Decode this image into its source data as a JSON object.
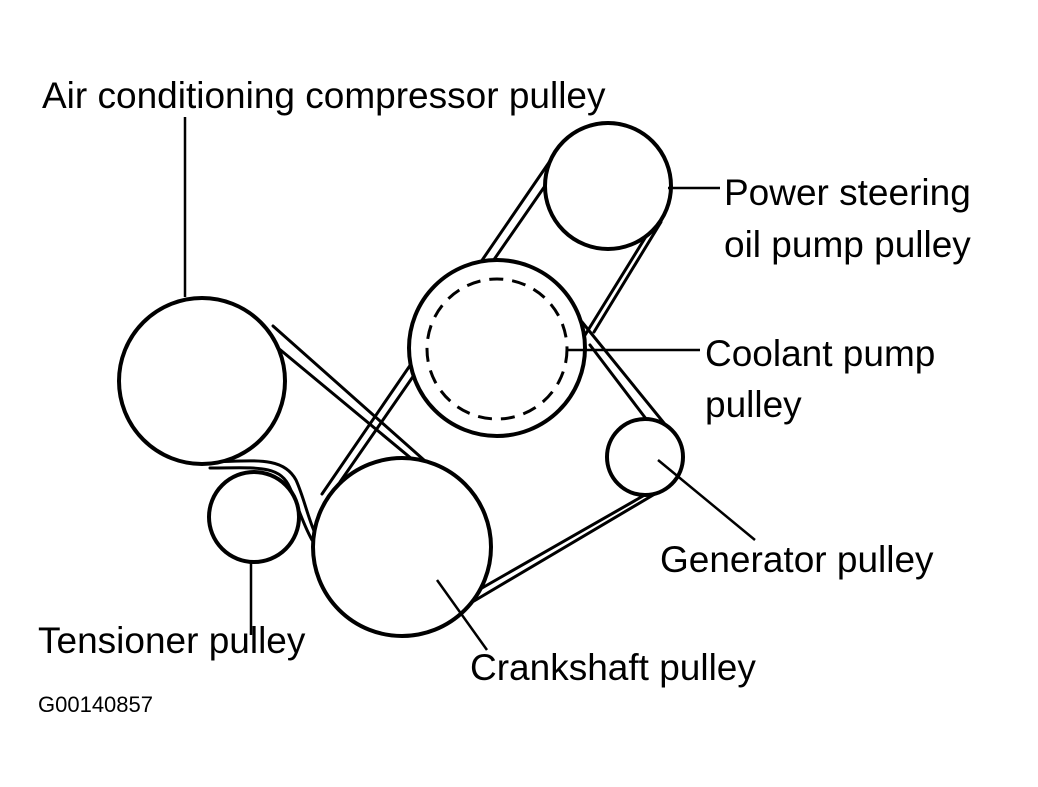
{
  "labels": {
    "ac_compressor": "Air conditioning compressor pulley",
    "power_steering_line1": "Power steering",
    "power_steering_line2": "oil pump pulley",
    "coolant_line1": "Coolant pump",
    "coolant_line2": "pulley",
    "generator": "Generator pulley",
    "tensioner": "Tensioner pulley",
    "crankshaft": "Crankshaft pulley"
  },
  "figure_code": "G00140857",
  "colors": {
    "line": "#000000",
    "background": "#ffffff"
  }
}
